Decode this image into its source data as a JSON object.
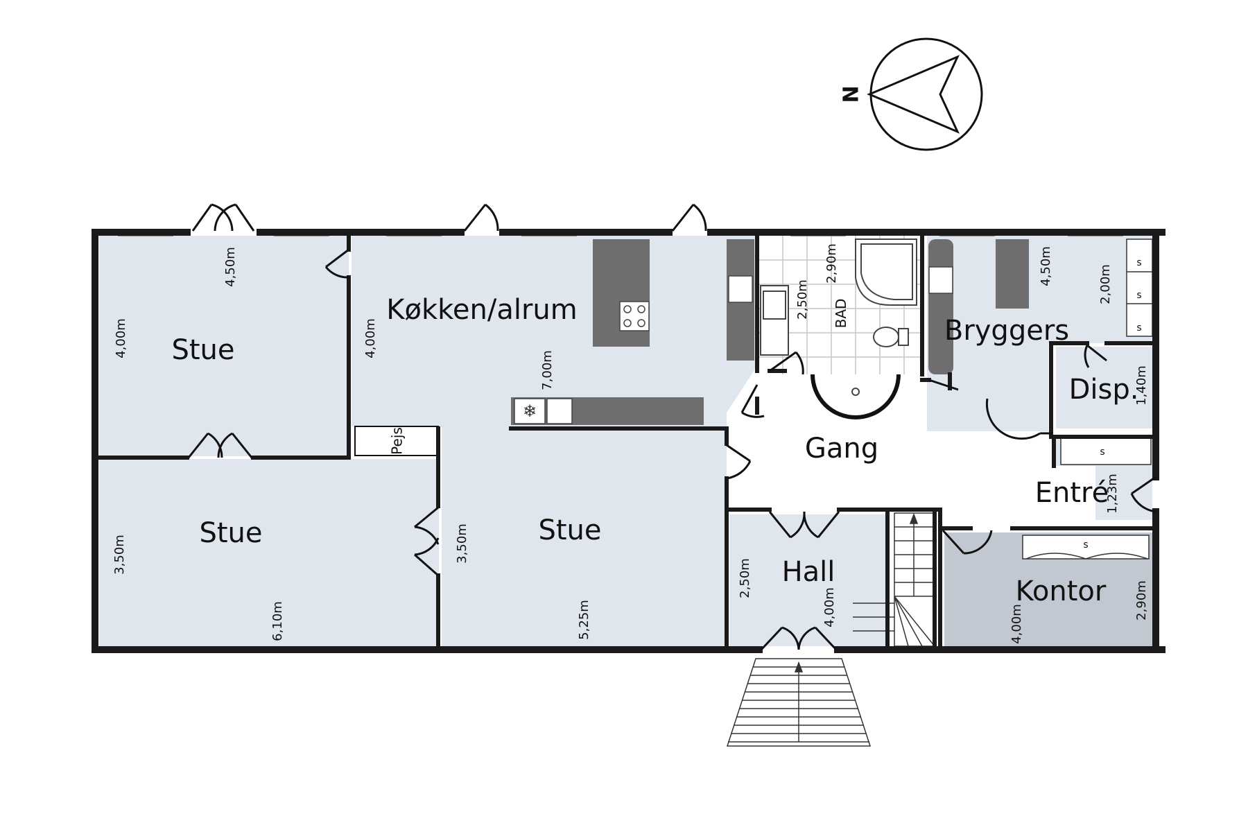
{
  "compass": {
    "label": "N"
  },
  "rooms": {
    "stue_nw": "Stue",
    "stue_sw": "Stue",
    "stue_center": "Stue",
    "kokken": "Køkken/alrum",
    "bad": "BAD",
    "bryggers": "Bryggers",
    "disp": "Disp.",
    "gang": "Gang",
    "entre": "Entré",
    "hall": "Hall",
    "kontor": "Kontor",
    "pejs": "Pejs"
  },
  "dimensions": {
    "stue_nw_width": "4,50m",
    "stue_nw_height": "4,00m",
    "kokken_height": "4,00m",
    "kokken_length": "7,00m",
    "bad_width": "2,90m",
    "bad_depth": "2,50m",
    "bryggers_width": "4,50m",
    "bryggers_closet": "2,00m",
    "disp_height": "1,40m",
    "entre_height": "1,23m",
    "stue_sw_height": "3,50m",
    "stue_sw_width": "6,10m",
    "stue_center_height": "3,50m",
    "stue_center_width": "5,25m",
    "hall_height": "2,50m",
    "hall_width": "4,00m",
    "kontor_width": "4,00m",
    "kontor_height": "2,90m"
  },
  "closet_marks": [
    "s",
    "s",
    "s",
    "s",
    "s"
  ],
  "colors": {
    "room_fill": "#dfe6ee",
    "kontor_fill": "#c2c8d2",
    "wall": "#1a1a1a",
    "counter": "#6e6e6e",
    "window": "#8c8c8c"
  }
}
